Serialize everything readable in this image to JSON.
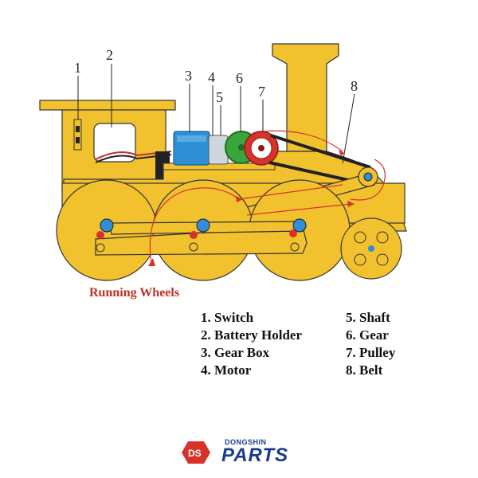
{
  "callouts": {
    "n1": "1",
    "n2": "2",
    "n3": "3",
    "n4": "4",
    "n5": "5",
    "n6": "6",
    "n7": "7",
    "n8": "8"
  },
  "caption": "Running Wheels",
  "legend": {
    "left": [
      "1. Switch",
      "2. Battery Holder",
      "3. Gear Box",
      "4. Motor"
    ],
    "right": [
      "5. Shaft",
      "6. Gear",
      "7. Pulley",
      "8. Belt"
    ]
  },
  "brand": {
    "small": "DONGSHIN",
    "big": "PARTS",
    "mark": "DS"
  },
  "colors": {
    "body": "#f2c12e",
    "outline": "#222222",
    "motor": "#2f8fd6",
    "gear": "#3aa53a",
    "pulley": "#d8322c",
    "arrow": "#d8322c",
    "brand": "#1a3c8c"
  }
}
